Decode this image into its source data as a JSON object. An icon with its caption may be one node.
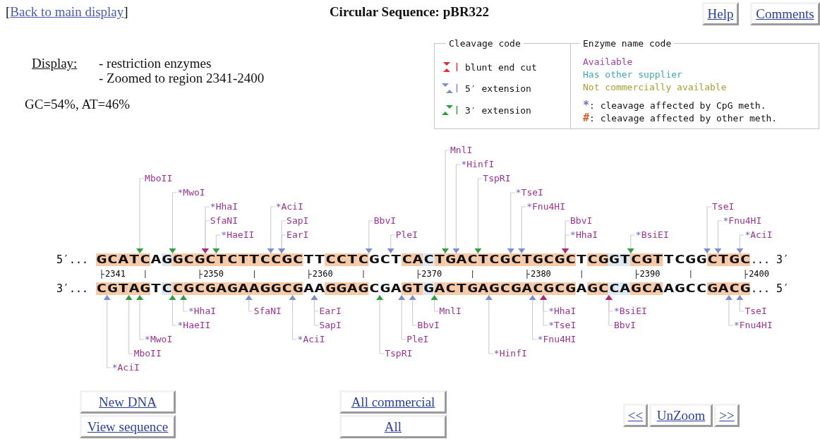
{
  "diagram": {
    "title": "Circular Sequence: pBR322",
    "nodes": [
      {
        "text": [
          "MboII"
        ]
      },
      {
        "text": [
          "*MwoI"
        ]
      },
      {
        "text": [
          "*HhaI"
        ]
      },
      {
        "text": [
          "SfaNI"
        ]
      },
      {
        "text": [
          "*HaeII"
        ]
      },
      {
        "text": [
          "*AciI"
        ]
      },
      {
        "text": [
          "SapI"
        ]
      },
      {
        "text": [
          "EarI"
        ]
      },
      {
        "text": [
          "BbvI"
        ]
      },
      {
        "text": [
          "PleI"
        ]
      },
      {
        "text": [
          "MnlI"
        ]
      },
      {
        "text": [
          "*HinfI"
        ]
      },
      {
        "text": [
          "TspRI"
        ]
      },
      {
        "text": [
          "*TseI"
        ]
      },
      {
        "text": [
          "*Fnu4HI"
        ]
      },
      {
        "text": [
          "BbvI"
        ]
      },
      {
        "text": [
          "*HhaI"
        ]
      },
      {
        "text": [
          "*BsiEI"
        ]
      },
      {
        "text": [
          "TseI"
        ]
      },
      {
        "text": [
          "*Fnu4HI"
        ]
      },
      {
        "text": [
          "*AciI"
        ]
      },
      {
        "text": [
          "*AciI"
        ]
      },
      {
        "text": [
          "MboII"
        ]
      },
      {
        "text": [
          "*MwoI"
        ]
      },
      {
        "text": [
          "*HaeII"
        ]
      },
      {
        "text": [
          "*HhaI"
        ]
      },
      {
        "text": [
          "SfaNI"
        ]
      },
      {
        "text": [
          "*AciI"
        ]
      },
      {
        "text": [
          "EarI"
        ]
      },
      {
        "text": [
          "SapI"
        ]
      },
      {
        "text": [
          "TspRI"
        ]
      },
      {
        "text": [
          "PleI"
        ]
      },
      {
        "text": [
          "BbvI"
        ]
      },
      {
        "text": [
          "MnlI"
        ]
      },
      {
        "text": [
          "*HinfI"
        ]
      },
      {
        "text": [
          "*Fnu4HI"
        ]
      },
      {
        "text": [
          "*HhaI"
        ]
      },
      {
        "text": [
          "*TseI"
        ]
      },
      {
        "text": [
          "*BsiEI"
        ]
      },
      {
        "text": [
          "BbvI"
        ]
      },
      {
        "text": [
          "TseI"
        ]
      },
      {
        "text": [
          "*Fnu4HI"
        ]
      },
      {
        "text": [
          "GCATCAGGCGCTCTTCCGCTTCCTCGCTCACTGACTCGCTGCGCTCGGTCGTTCGGCTGC"
        ]
      },
      {
        "text": [
          "CGTAGTCCGCGAGAAGGCGAAGGAGCGAGTGACTGAGCGACGCGAGCCAGCAAGCCGACG"
        ]
      }
    ],
    "edges": [
      {
        "from": 0,
        "to": 42,
        "arrow": "to"
      },
      {
        "from": 1,
        "to": 42,
        "arrow": "to"
      },
      {
        "from": 2,
        "to": 42,
        "arrow": "to"
      },
      {
        "from": 3,
        "to": 42,
        "arrow": "to"
      },
      {
        "from": 4,
        "to": 42,
        "arrow": "to"
      },
      {
        "from": 5,
        "to": 42,
        "arrow": "to"
      },
      {
        "from": 6,
        "to": 42,
        "arrow": "to"
      },
      {
        "from": 7,
        "to": 42,
        "arrow": "to"
      },
      {
        "from": 8,
        "to": 42,
        "arrow": "to"
      },
      {
        "from": 9,
        "to": 42,
        "arrow": "to"
      },
      {
        "from": 10,
        "to": 42,
        "arrow": "to"
      },
      {
        "from": 11,
        "to": 42,
        "arrow": "to"
      },
      {
        "from": 12,
        "to": 42,
        "arrow": "to"
      },
      {
        "from": 13,
        "to": 42,
        "arrow": "to"
      },
      {
        "from": 14,
        "to": 42,
        "arrow": "to"
      },
      {
        "from": 15,
        "to": 42,
        "arrow": "to"
      },
      {
        "from": 16,
        "to": 42,
        "arrow": "to"
      },
      {
        "from": 17,
        "to": 42,
        "arrow": "to"
      },
      {
        "from": 18,
        "to": 42,
        "arrow": "to"
      },
      {
        "from": 19,
        "to": 42,
        "arrow": "to"
      },
      {
        "from": 20,
        "to": 42,
        "arrow": "to"
      },
      {
        "from": 21,
        "to": 43,
        "arrow": "to"
      },
      {
        "from": 22,
        "to": 43,
        "arrow": "to"
      },
      {
        "from": 23,
        "to": 43,
        "arrow": "to"
      },
      {
        "from": 24,
        "to": 43,
        "arrow": "to"
      },
      {
        "from": 25,
        "to": 43,
        "arrow": "to"
      },
      {
        "from": 26,
        "to": 43,
        "arrow": "to"
      },
      {
        "from": 27,
        "to": 43,
        "arrow": "to"
      },
      {
        "from": 28,
        "to": 43,
        "arrow": "to"
      },
      {
        "from": 29,
        "to": 43,
        "arrow": "to"
      },
      {
        "from": 30,
        "to": 43,
        "arrow": "to"
      },
      {
        "from": 31,
        "to": 43,
        "arrow": "to"
      },
      {
        "from": 32,
        "to": 43,
        "arrow": "to"
      },
      {
        "from": 33,
        "to": 43,
        "arrow": "to"
      },
      {
        "from": 34,
        "to": 43,
        "arrow": "to"
      },
      {
        "from": 35,
        "to": 43,
        "arrow": "to"
      },
      {
        "from": 36,
        "to": 43,
        "arrow": "to"
      },
      {
        "from": 37,
        "to": 43,
        "arrow": "to"
      },
      {
        "from": 38,
        "to": 43,
        "arrow": "to"
      },
      {
        "from": 39,
        "to": 43,
        "arrow": "to"
      },
      {
        "from": 40,
        "to": 43,
        "arrow": "to"
      },
      {
        "from": 41,
        "to": 43,
        "arrow": "to"
      }
    ],
    "labels": [
      "[",
      "Back to main display",
      "]",
      "Help",
      "Comments",
      "Cleavage code",
      "Enzyme name code",
      "Display:",
      "- restriction enzymes",
      "- Zoomed to region 2341-2400",
      "GC=54%, AT=46%",
      "5′...",
      "... 3′",
      "2341",
      "2350",
      "2360",
      "2370",
      "2380",
      "2390",
      "2400",
      "3′...",
      "... 5′",
      "New DNA",
      "All commercial",
      "<<",
      "UnZoom",
      ">>",
      "View sequence",
      "All"
    ],
    "legend": [
      {
        "text": "blunt end cut"
      },
      {
        "text": "5′ extension"
      },
      {
        "text": "3′ extension"
      },
      {
        "text": "Available",
        "color": "#a03fa0"
      },
      {
        "text": "Has other supplier",
        "color": "#3fa6b5"
      },
      {
        "text": "Not commercially available",
        "color": "#a8a030"
      },
      {
        "text": "*: cleavage affected by CpG meth.",
        "color": "#6b6bc8"
      },
      {
        "text": "#: cleavage affected by other meth.",
        "color": "#e0602a"
      }
    ]
  }
}
